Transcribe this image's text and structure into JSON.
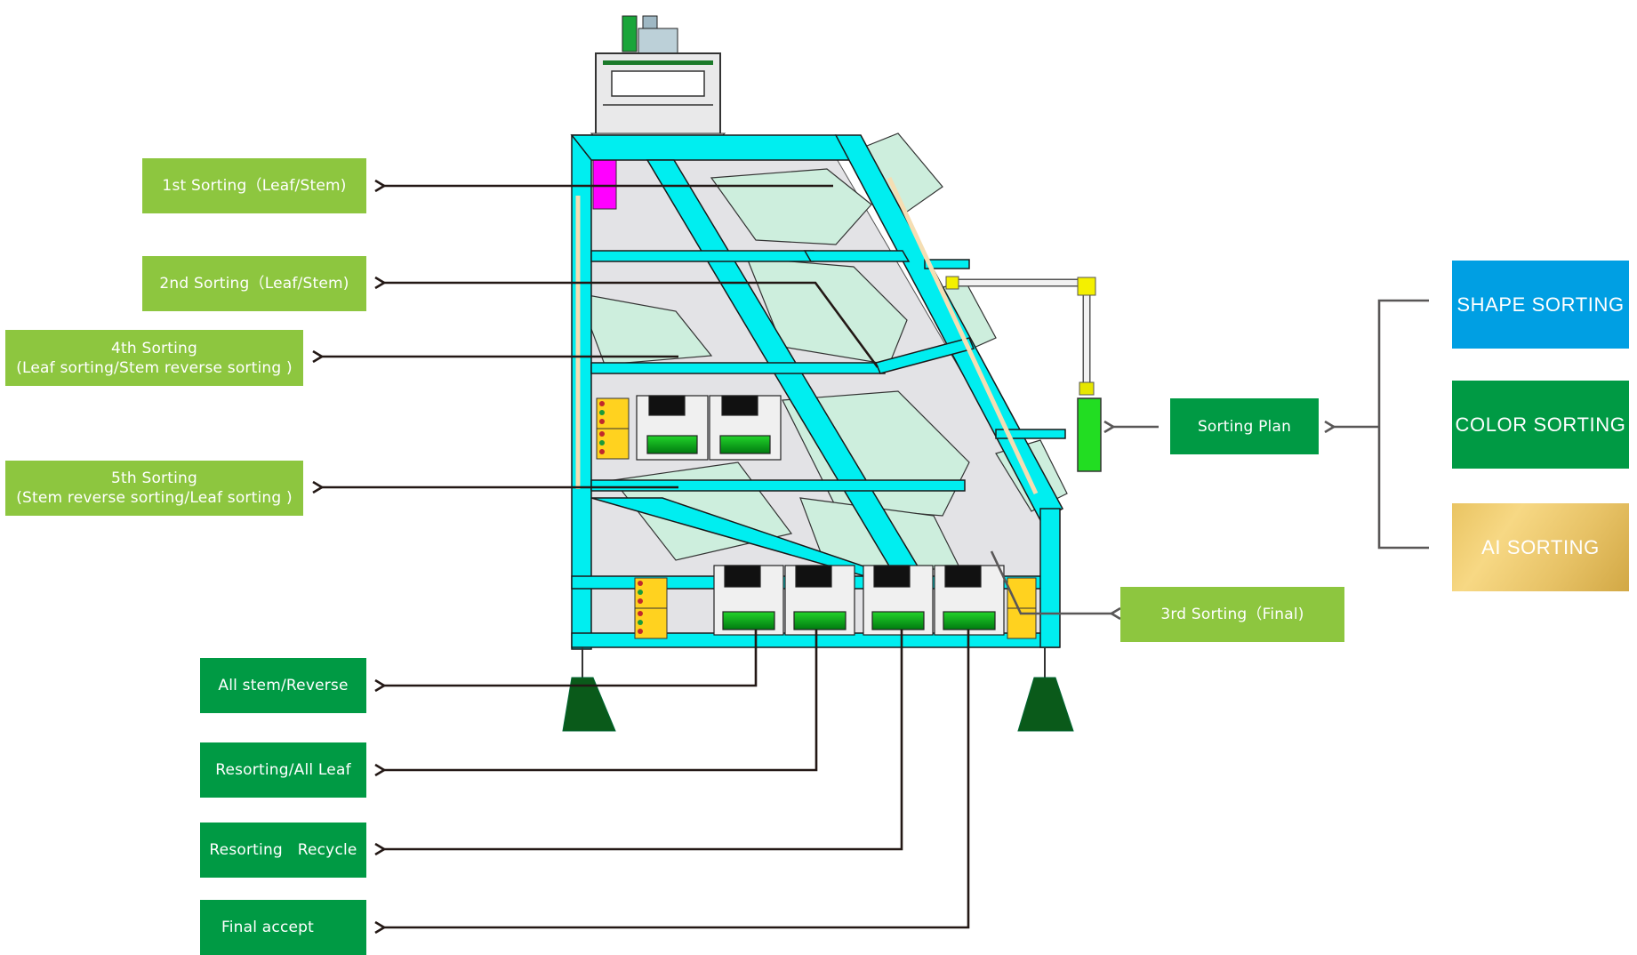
{
  "diagram": {
    "title": "Multi-stage leaf/stem sorting machine flow",
    "stage_labels": [
      {
        "id": "sort1",
        "line1": "1st Sorting（Leaf/Stem)"
      },
      {
        "id": "sort2",
        "line1": "2nd Sorting（Leaf/Stem)"
      },
      {
        "id": "sort4",
        "line1": "4th Sorting",
        "line2": "(Leaf sorting/Stem reverse sorting )"
      },
      {
        "id": "sort5",
        "line1": "5th Sorting",
        "line2": "(Stem reverse sorting/Leaf sorting )"
      },
      {
        "id": "sort3",
        "line1": "3rd Sorting（Final)"
      }
    ],
    "outputs": [
      {
        "id": "out1",
        "label": "All stem/Reverse"
      },
      {
        "id": "out2",
        "label": "Resorting/All Leaf"
      },
      {
        "id": "out3",
        "label": "Resorting   Recycle"
      },
      {
        "id": "out4",
        "label": "Final accept"
      }
    ],
    "sorting_plan": {
      "label": "Sorting Plan"
    },
    "sorting_methods": [
      {
        "id": "shape",
        "label": "SHAPE SORTING",
        "color": "#009fe3"
      },
      {
        "id": "color",
        "label": "COLOR SORTING",
        "color": "#009a44"
      },
      {
        "id": "ai",
        "label": "AI SORTING",
        "color": "#e7c266"
      }
    ],
    "colors": {
      "stage_box": "#8dc63f",
      "output_box": "#009a44",
      "frame": "#00e5ee",
      "arrow_dark": "#231815",
      "arrow_gray": "#595757"
    }
  }
}
